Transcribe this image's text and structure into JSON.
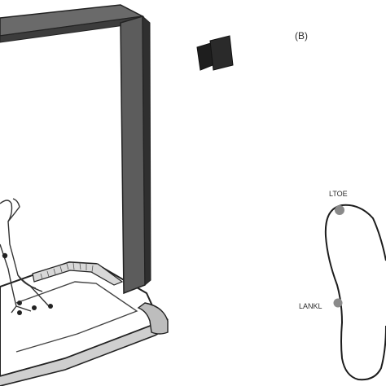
{
  "panel_label": "(B)",
  "markers": {
    "toe": "LTOE",
    "ankle": "LANKL"
  },
  "colors": {
    "frame": "#5a5a5a",
    "frame_dark": "#3a3a3a",
    "marker": "#8a8a8a",
    "outline": "#222222"
  }
}
